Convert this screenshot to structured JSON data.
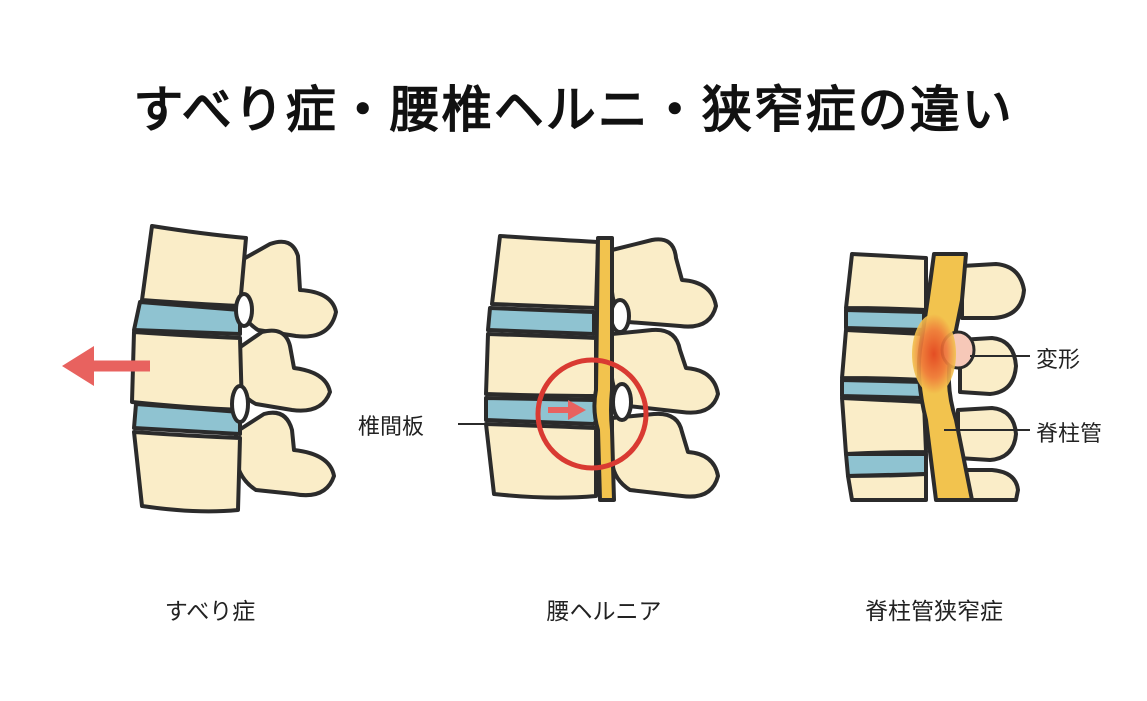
{
  "title": "すべり症・腰椎ヘルニ・狭窄症の違い",
  "panels": [
    {
      "caption": "すべり症"
    },
    {
      "caption": "腰ヘルニア",
      "callout": "椎間板"
    },
    {
      "caption": "脊柱管狭窄症",
      "callouts": [
        "変形",
        "脊柱管"
      ]
    }
  ],
  "colors": {
    "bone": "#faedc8",
    "disc": "#8fc3d1",
    "outline": "#2b2b2b",
    "spinal_cord": "#f2c34e",
    "arrow": "#e8625f",
    "highlight_ring": "#d93a32",
    "inflammation": "#e85a2a"
  }
}
